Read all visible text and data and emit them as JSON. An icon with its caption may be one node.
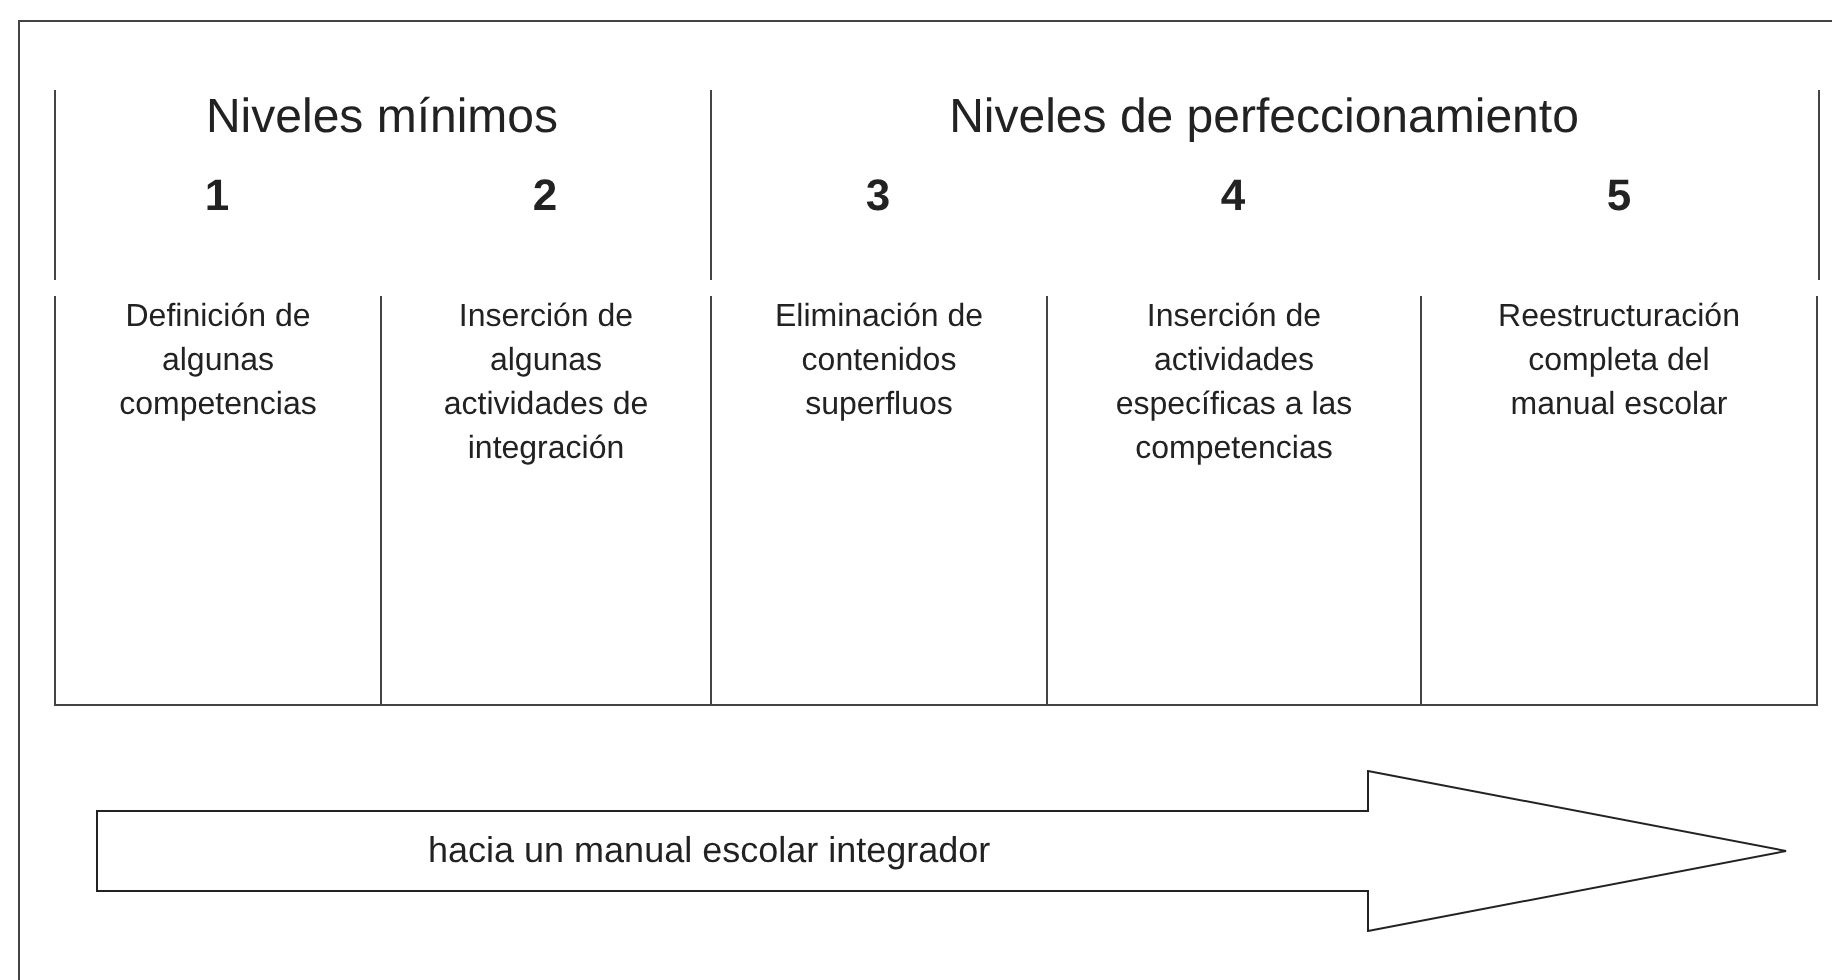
{
  "diagram": {
    "nodes": [
      {
        "text": [
          "1",
          "Definición de algunas competencias"
        ]
      },
      {
        "text": [
          "2",
          "Inserción de algunas actividades de integración"
        ]
      },
      {
        "text": [
          "3",
          "Eliminación de contenidos superfluos"
        ]
      },
      {
        "text": [
          "4",
          "Inserción de actividades específicas a las competencias"
        ]
      },
      {
        "text": [
          "5",
          "Reestructuración completa del manual escolar"
        ]
      },
      {
        "text": [
          "hacia un manual escolar integrador"
        ]
      }
    ],
    "labels": [
      "Niveles mínimos",
      "Niveles de perfeccionamiento"
    ]
  }
}
